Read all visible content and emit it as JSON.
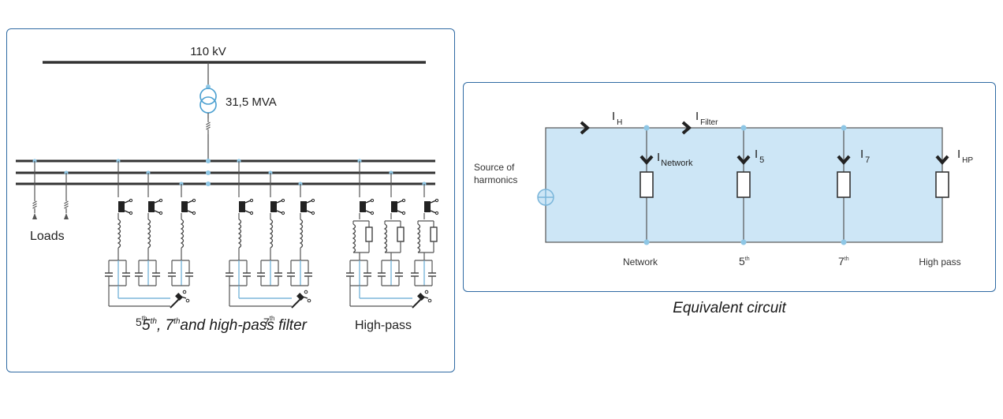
{
  "left_diagram": {
    "voltage_label": "110 kV",
    "transformer_label": "31,5 MVA",
    "loads_label": "Loads",
    "filter_labels": {
      "fifth": {
        "base": "5",
        "sup": "th"
      },
      "seventh": {
        "base": "7",
        "sup": "th"
      },
      "highpass": "High-pass"
    },
    "caption": {
      "a_base": "5",
      "a_sup": "th",
      "sep": ", ",
      "b_base": "7",
      "b_sup": "th",
      "rest": "and high-pass filter"
    }
  },
  "right_diagram": {
    "source_label_line1": "Source of",
    "source_label_line2": "harmonics",
    "currents": {
      "ih": {
        "base": "I",
        "sub": "H"
      },
      "ifilter": {
        "base": "I",
        "sub": "Filter"
      },
      "inetwork": {
        "base": "I",
        "sub": "Network"
      },
      "i5": {
        "base": "I",
        "sub": "5"
      },
      "i7": {
        "base": "I",
        "sub": "7"
      },
      "ihp": {
        "base": "I",
        "sub": "HP"
      }
    },
    "branch_labels": {
      "network": "Network",
      "fifth": {
        "base": "5",
        "sup": "th"
      },
      "seventh": {
        "base": "7",
        "sup": "th"
      },
      "highpass": "High pass"
    },
    "caption": "Equivalent circuit"
  },
  "colors": {
    "border": "#2f6aa3",
    "circuit_fill": "#cde6f6",
    "node": "#8ec7e6",
    "line": "#3a3a3a"
  }
}
